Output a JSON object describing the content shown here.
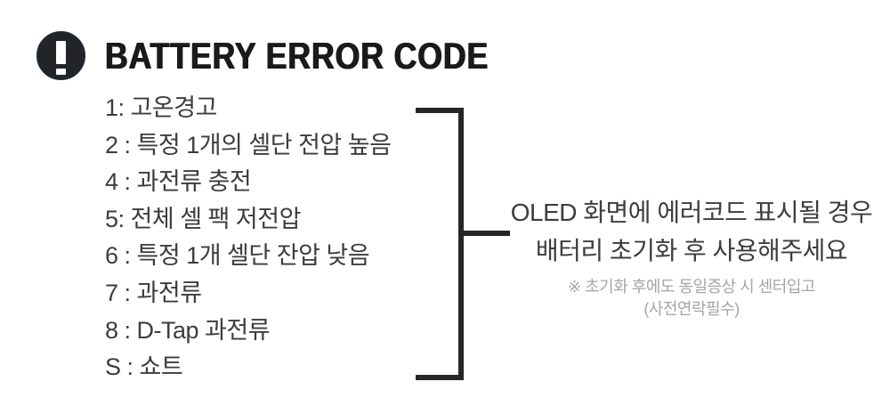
{
  "header": {
    "icon": "exclamation-circle-icon",
    "title": "BATTERY ERROR CODE"
  },
  "error_codes": [
    "1: 고온경고",
    "2 : 특정 1개의 셀단 전압 높음",
    "4 : 과전류 충전",
    "5: 전체 셀 팩 저전압",
    "6 : 특정 1개 셀단 잔압 낮음",
    "7 : 과전류",
    "8 : D-Tap 과전류",
    "S : 쇼트"
  ],
  "note": {
    "line1": "OLED 화면에 에러코드 표시될 경우",
    "line2": "배터리 초기화 후 사용해주세요",
    "sub_line1": "※ 초기화 후에도 동일증상 시 센터입고",
    "sub_line2": "(사전연락필수)"
  },
  "colors": {
    "title": "#1a1a1a",
    "body_text": "#3d3d3d",
    "muted_text": "#a5a5a5",
    "bracket": "#262626",
    "icon_bg": "#232428",
    "icon_ring": "#1e2836",
    "icon_mark": "#ffffff"
  }
}
